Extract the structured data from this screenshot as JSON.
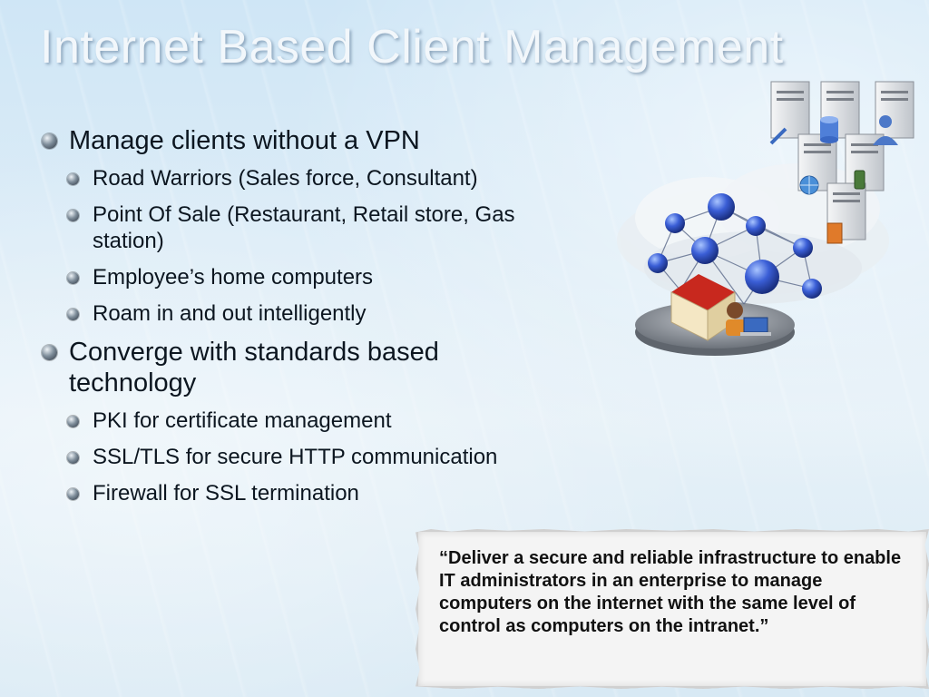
{
  "slide": {
    "title": "Internet Based Client Management",
    "bullets": [
      {
        "level": 1,
        "text": "Manage clients without a VPN"
      },
      {
        "level": 2,
        "text": "Road Warriors (Sales force, Consultant)"
      },
      {
        "level": 2,
        "text": "Point Of Sale (Restaurant, Retail store, Gas station)"
      },
      {
        "level": 2,
        "text": "Employee’s home computers"
      },
      {
        "level": 2,
        "text": "Roam in and out intelligently"
      },
      {
        "level": 1,
        "text": "Converge with standards based technology"
      },
      {
        "level": 2,
        "text": "PKI for certificate management"
      },
      {
        "level": 2,
        "text": "SSL/TLS for secure HTTP communication"
      },
      {
        "level": 2,
        "text": "Firewall for SSL termination"
      }
    ],
    "quote": "“Deliver a secure and reliable infrastructure to enable IT administrators in an enterprise to manage computers on the internet with the same level of control as computers on the intranet.”"
  },
  "illustration": {
    "icons": [
      "server-icon",
      "database-icon",
      "user-icon",
      "mobile-phone-icon",
      "globe-icon",
      "document-icon",
      "cloud-network-icon",
      "house-icon",
      "person-laptop-icon"
    ],
    "colors": {
      "node": "#3a5ed6",
      "cloud": "#e9eef2",
      "server": "#dfe2e6",
      "house_roof": "#c8281e",
      "platform": "#9aa0a8"
    }
  }
}
